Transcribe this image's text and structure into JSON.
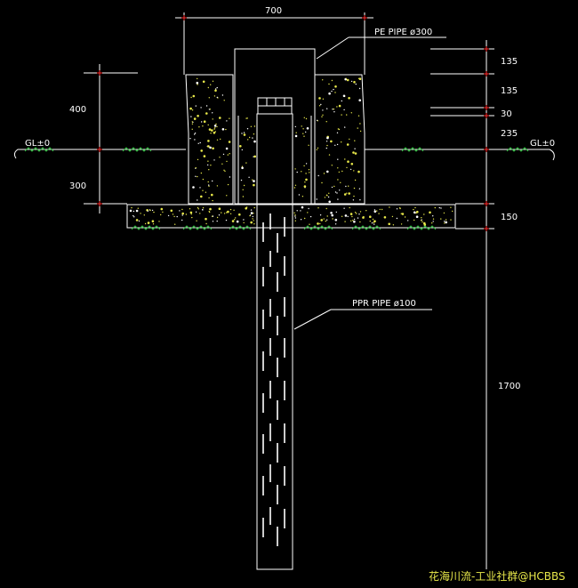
{
  "labels": {
    "top_width": "700",
    "pe_pipe": "PE PIPE ø300",
    "ppr_pipe": "PPR PIPE  ø100",
    "gl_left": "GL±0",
    "gl_right": "GL±0",
    "left_dim_upper": "400",
    "left_dim_lower": "300",
    "right_dims": [
      "135",
      "135",
      "30",
      "235",
      "150",
      "1700"
    ]
  },
  "watermark": "花海川流-工业社群@HCBBS",
  "colors": {
    "line": "#ffffff",
    "dim_marker": "#ff2a2a",
    "concrete_dots": "#e8e84a",
    "grass": "#2fbf3f",
    "watermark": "#e8e84a"
  }
}
